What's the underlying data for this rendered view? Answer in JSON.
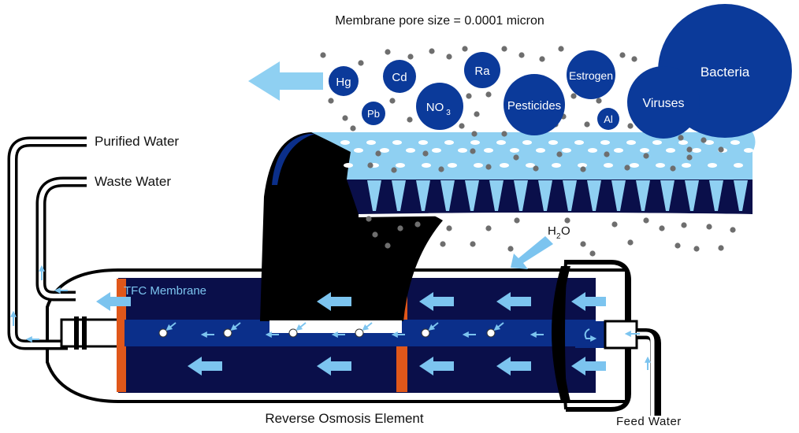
{
  "header": {
    "pore_size_label": "Membrane pore size = 0.0001 micron"
  },
  "contaminants": [
    {
      "id": "hg",
      "label": "Hg"
    },
    {
      "id": "pb",
      "label": "Pb"
    },
    {
      "id": "cd",
      "label": "Cd"
    },
    {
      "id": "no3",
      "label": "NO",
      "sub": "3"
    },
    {
      "id": "ra",
      "label": "Ra"
    },
    {
      "id": "pesticides",
      "label": "Pesticides"
    },
    {
      "id": "estrogen",
      "label": "Estrogen"
    },
    {
      "id": "al",
      "label": "Al"
    },
    {
      "id": "viruses",
      "label": "Viruses"
    },
    {
      "id": "bacteria",
      "label": "Bacteria"
    }
  ],
  "water": {
    "label": "H",
    "sub": "2",
    "suffix": "O"
  },
  "labels": {
    "purified": "Purified Water",
    "waste": "Waste Water",
    "membrane": "TFC Membrane",
    "element": "Reverse Osmosis Element",
    "feed": "Feed Water"
  },
  "colors": {
    "navy": "#0a0f4a",
    "blue": "#0b2f8a",
    "light_blue": "#8fd0f2",
    "arrow": "#7cc4ef",
    "orange": "#e0571a",
    "black": "#000000",
    "dot": "#6e6e6e"
  }
}
